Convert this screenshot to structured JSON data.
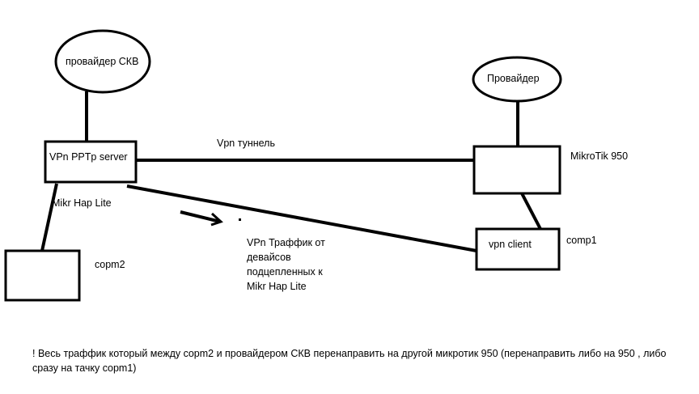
{
  "diagram": {
    "nodes": {
      "provider_skv": "провайдер СКВ",
      "provider": "Провайдер",
      "vpn_server": "VPn PPTp server",
      "mikrotik": "MikroTik 950",
      "mikr_hap": "Mikr Hap Lite",
      "corp2": "copm2",
      "vpn_client": "vpn client",
      "comp1": "comp1"
    },
    "edges": {
      "tunnel": "Vpn туннель"
    },
    "annotation": {
      "lines": [
        "VPn Траффик от",
        "девайсов",
        "подцепленных к",
        "Mikr Hap Lite"
      ]
    },
    "footnote": "!  Весь траффик который между copm2  и провайдером СКВ  перенаправить на другой микротик 950 (перенаправить либо на 950 , либо сразу на тачку  copm1)"
  }
}
